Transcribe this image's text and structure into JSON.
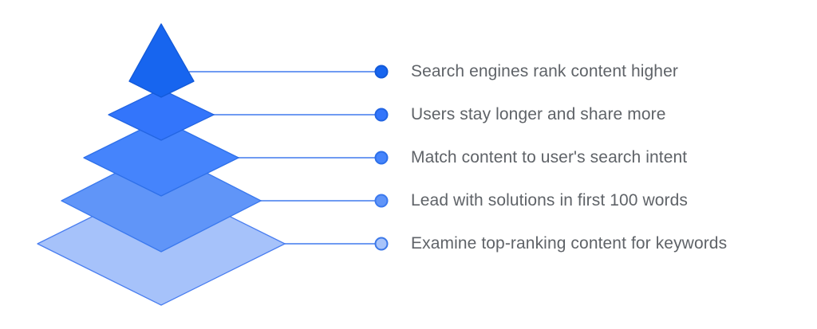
{
  "diagram": {
    "background_color": "#ffffff",
    "text_color": "#5f6368",
    "connector_color": "#6f9bf2",
    "levels": [
      {
        "label": "Search engines rank content higher",
        "fill": "#1765ef",
        "stroke": "#135ad9",
        "dot_fill": "#1765ef",
        "dot_stroke": "#135ad9"
      },
      {
        "label": "Users stay longer and share more",
        "fill": "#3375fb",
        "stroke": "#2365e2",
        "dot_fill": "#3375fb",
        "dot_stroke": "#2365e2"
      },
      {
        "label": "Match content to user's search intent",
        "fill": "#4584fc",
        "stroke": "#2e70e9",
        "dot_fill": "#4584fc",
        "dot_stroke": "#2e70e9"
      },
      {
        "label": "Lead with solutions in first 100 words",
        "fill": "#6095f8",
        "stroke": "#3b79ee",
        "dot_fill": "#6095f8",
        "dot_stroke": "#3b79ee"
      },
      {
        "label": "Examine top-ranking content for keywords",
        "fill": "#a6c2fa",
        "stroke": "#4a7ef0",
        "dot_fill": "#a8c4fa",
        "dot_stroke": "#3c78e8"
      }
    ]
  }
}
